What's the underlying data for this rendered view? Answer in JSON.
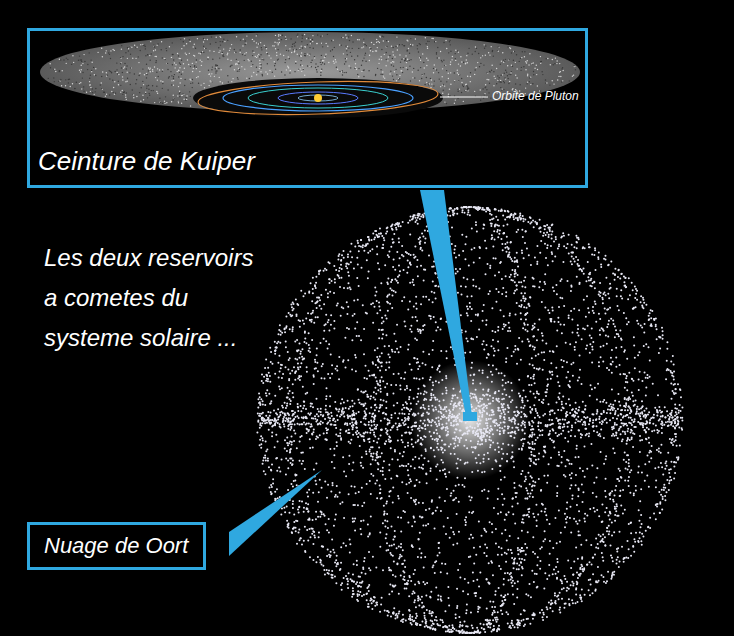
{
  "diagram": {
    "title": "Les deux reservoirs a cometes du systeme solaire ...",
    "nodes": [
      {
        "text": [
          "Ceinture de Kuiper"
        ]
      },
      {
        "text": [
          "Nuage de Oort"
        ]
      }
    ],
    "labels": [
      "Orbite de Pluton"
    ]
  }
}
